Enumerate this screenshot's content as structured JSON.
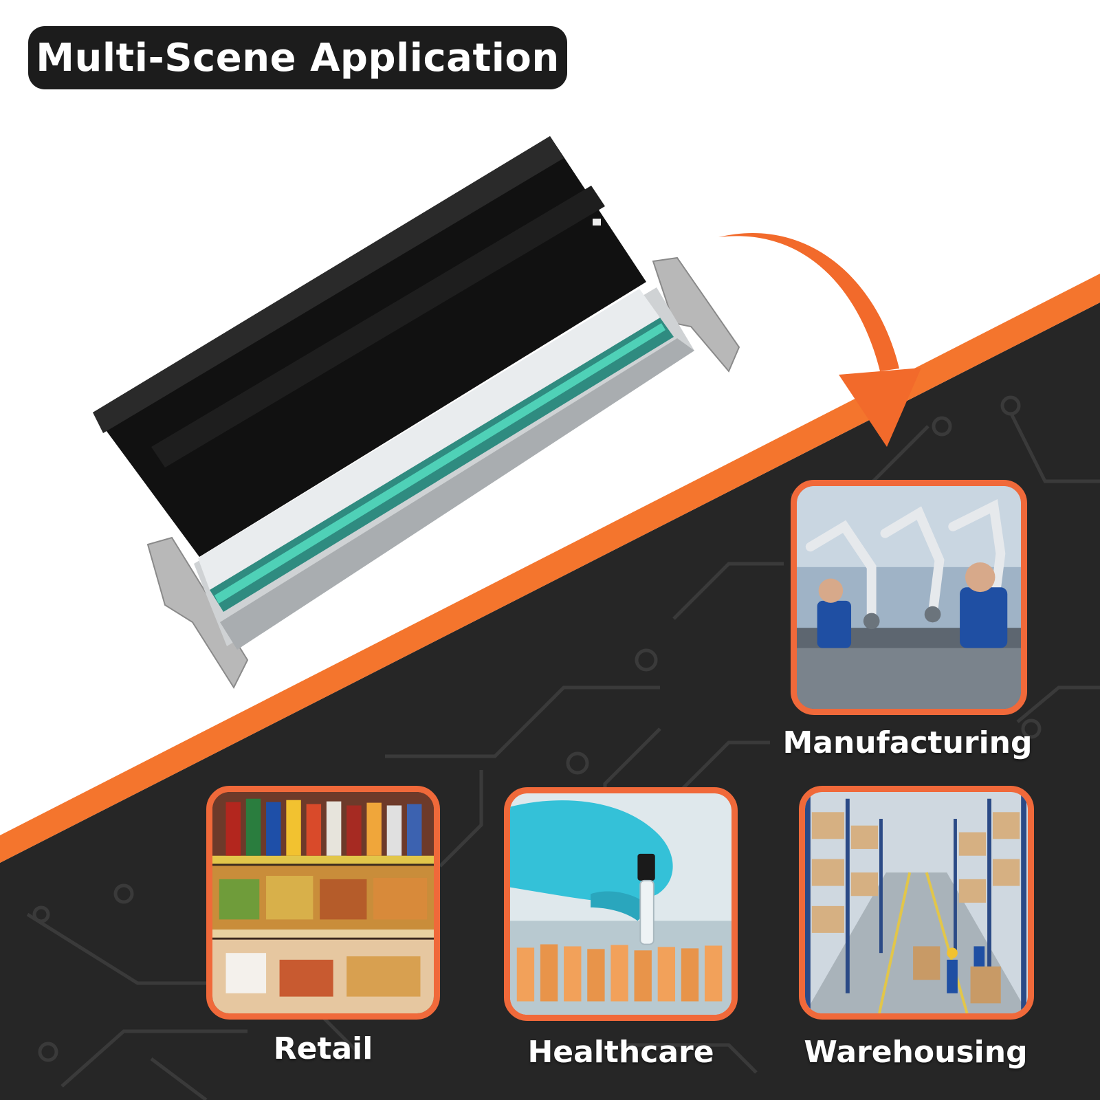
{
  "title": "Multi-Scene Application",
  "colors": {
    "accent": "#f0693a",
    "accent_dark": "#f4752d",
    "dark_bg": "#262626",
    "title_bg": "#1c1c1c"
  },
  "scenes": [
    {
      "label": "Manufacturing",
      "icon": "factory-robot-arm-photo"
    },
    {
      "label": "Retail",
      "icon": "store-shelf-photo"
    },
    {
      "label": "Healthcare",
      "icon": "lab-test-tube-photo"
    },
    {
      "label": "Warehousing",
      "icon": "warehouse-aisle-photo"
    }
  ]
}
